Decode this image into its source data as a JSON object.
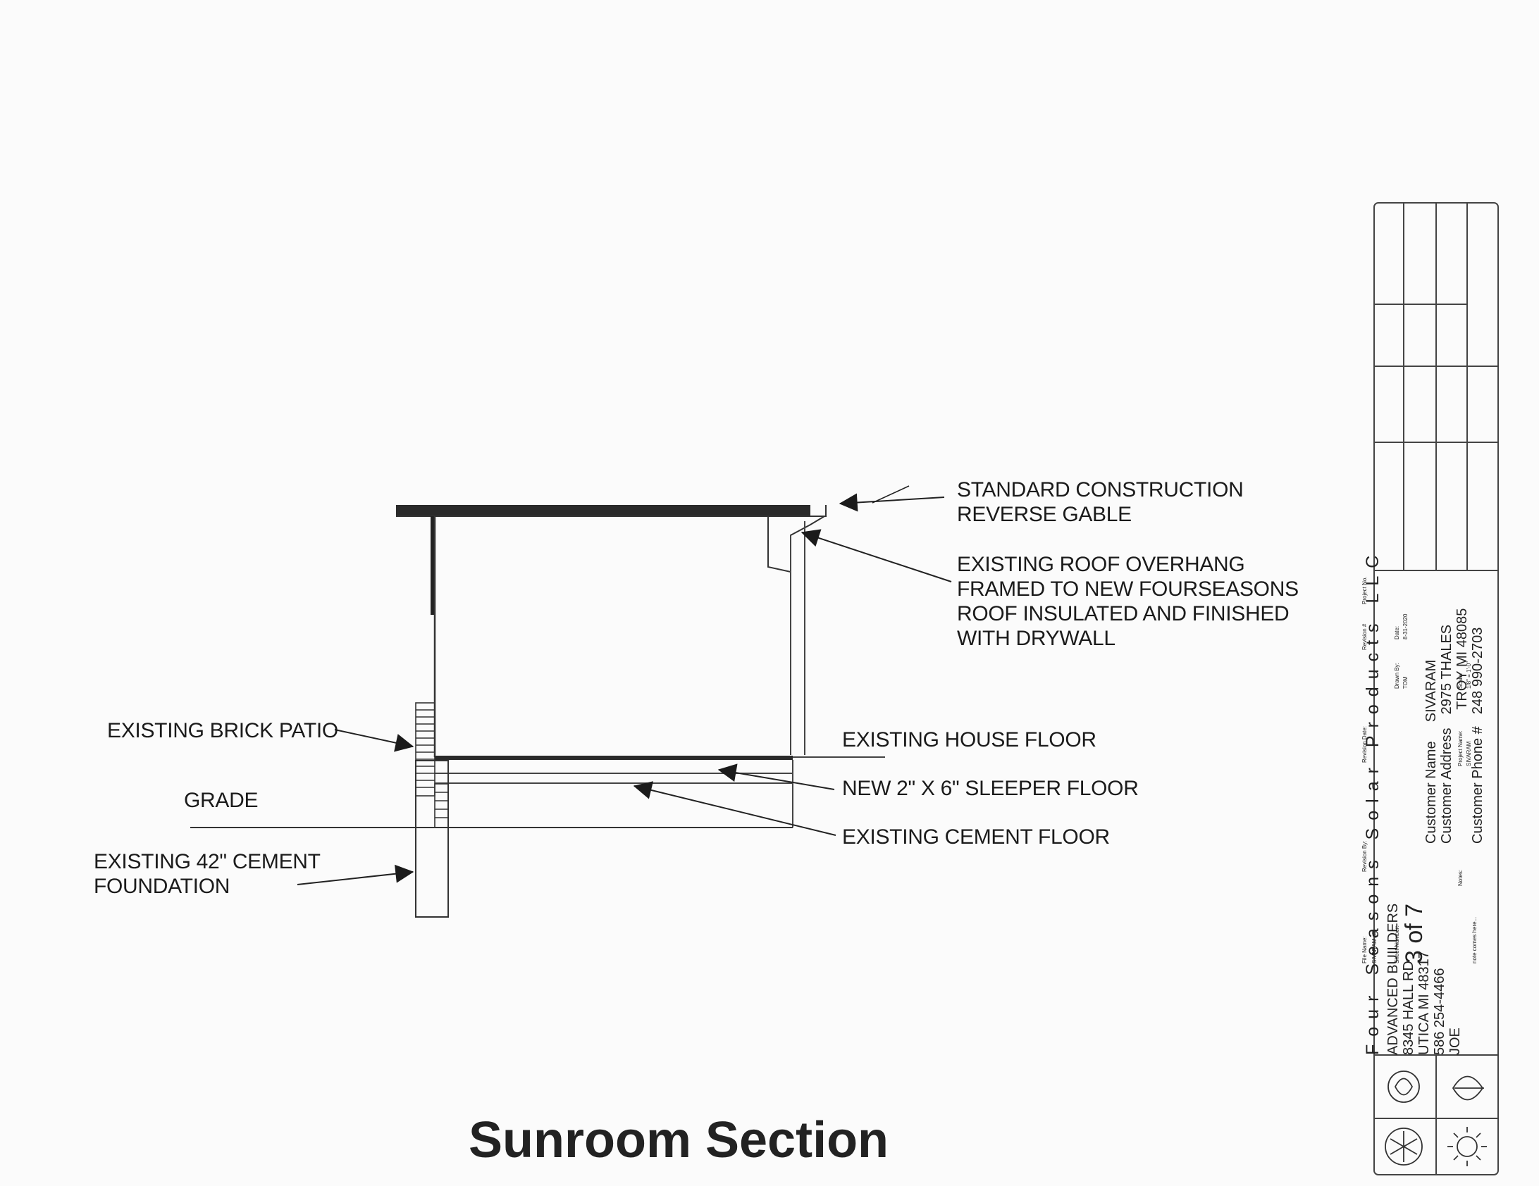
{
  "labels": {
    "standard_construction": [
      "STANDARD CONSTRUCTION",
      "REVERSE GABLE"
    ],
    "roof_overhang": [
      "EXISTING ROOF OVERHANG",
      "FRAMED TO NEW FOURSEASONS",
      "ROOF INSULATED AND FINISHED",
      "WITH DRYWALL"
    ],
    "brick_patio": "EXISTING BRICK PATIO",
    "house_floor": "EXISTING HOUSE FLOOR",
    "grade": "GRADE",
    "sleeper_floor": "NEW 2\" X 6\" SLEEPER FLOOR",
    "cement_foundation": [
      "EXISTING 42\" CEMENT",
      "FOUNDATION"
    ],
    "cement_floor": "EXISTING CEMENT FLOOR"
  },
  "title": "Sunroom Section",
  "title_block": {
    "company": "Four Seasons Solar Products LLC",
    "dealer": [
      "ADVANCED BUILDERS",
      "8345 HALL RD",
      "UTICA MI 48317",
      "586 254-4466",
      "JOE"
    ],
    "customer": {
      "name_label": "Customer Name",
      "name": "SIVARAM",
      "address_label": "Customer Address",
      "address": [
        "2975 THALES",
        "TROY MI 48085"
      ],
      "phone_label": "Customer Phone #",
      "phone": "248 990-2703"
    },
    "project_no_label": "Project No.",
    "date_label": "Date:",
    "date": "8-31-2020",
    "drawn_by_label": "Drawn By:",
    "drawn_by": "TOM",
    "scale_label": "Scale:",
    "scale": "1/8\" = 1'-0\"",
    "revision_no_label": "Revision #",
    "revision_date_label": "Revision Date:",
    "revision_by_label": "Revision By:",
    "project_name_label": "Project Name:",
    "project_name": "SIVARAM",
    "notes_label": "Notes:",
    "notes": "note comes here...",
    "file_name_label": "File Name:",
    "file_name": "SIVARAM.pln",
    "sheet_number_label": "Sheet Number:",
    "sheet_number": "3 of 7"
  }
}
